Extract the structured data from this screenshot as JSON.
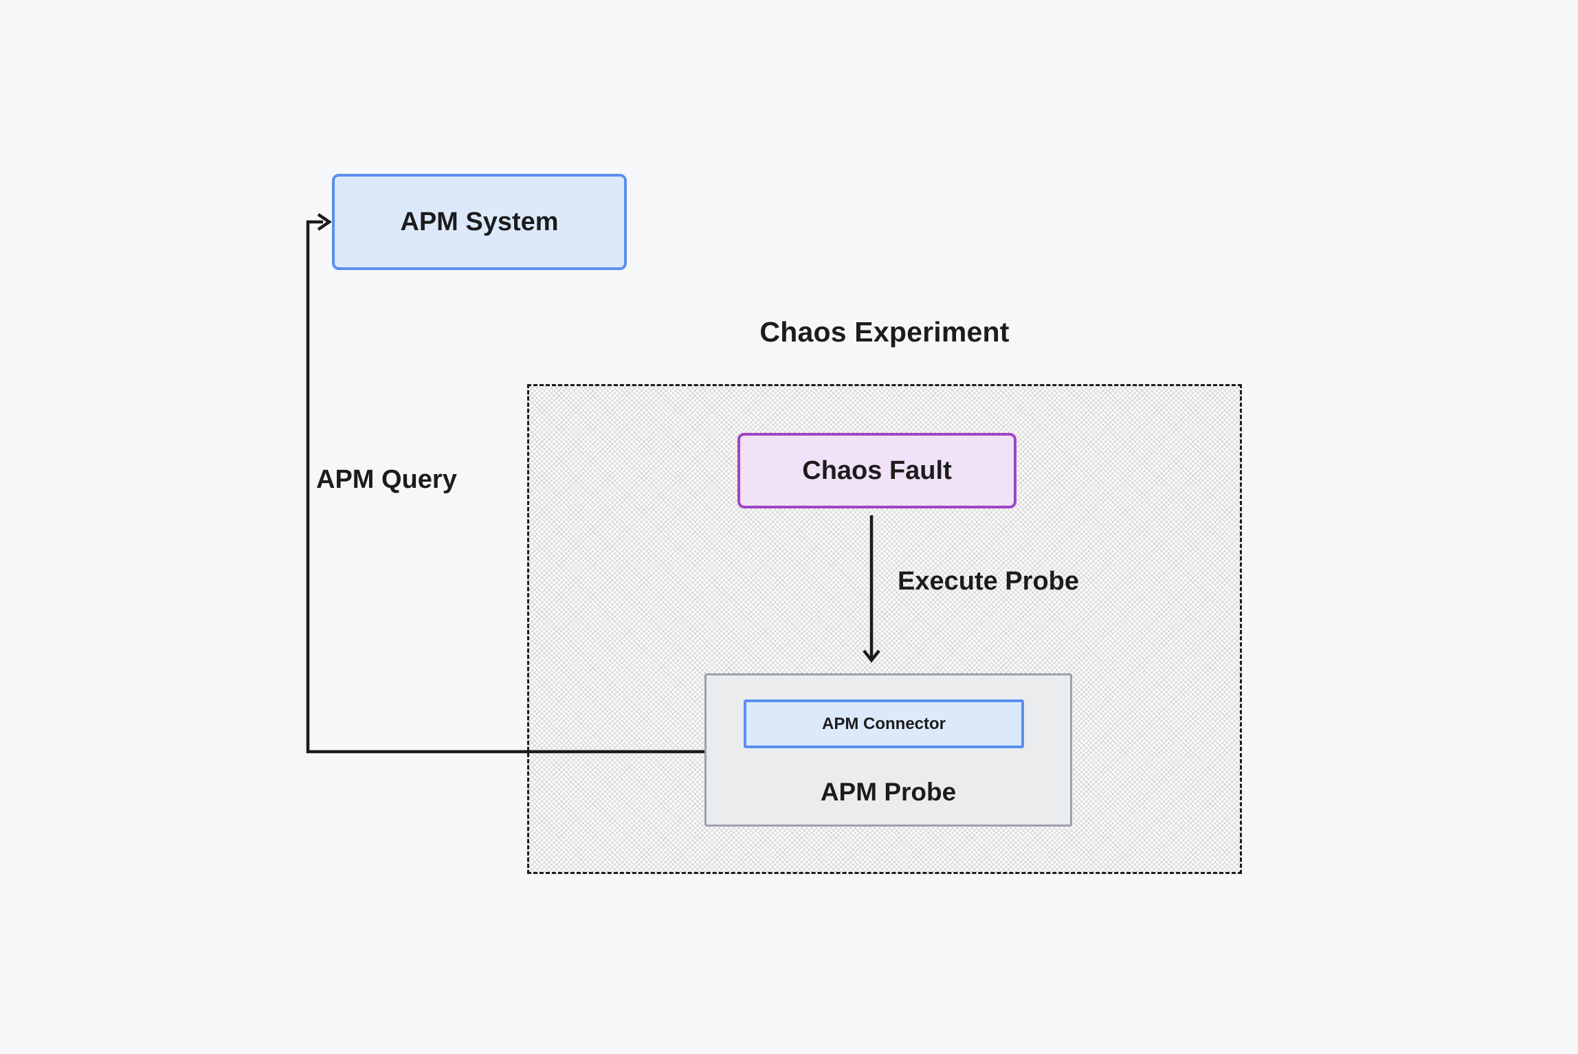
{
  "diagram": {
    "title": "Chaos Experiment",
    "background_color": "#f6f7f9",
    "line_color": "#1b1b1b",
    "nodes": {
      "apm_system": {
        "label": "APM System",
        "fill": "#dce9fb",
        "border": "#5a8ff0"
      },
      "chaos_fault": {
        "label": "Chaos Fault",
        "fill": "#f0e2f7",
        "border": "#a044c4"
      },
      "apm_probe": {
        "label": "APM Probe",
        "fill": "#ebecee",
        "border": "#9ba1ac"
      },
      "apm_connector": {
        "label": "APM Connector",
        "fill": "#dce9fb",
        "border": "#5a8ff0"
      }
    },
    "container": {
      "label": "Chaos Experiment",
      "border_style": "dashed",
      "border_color": "#1b1b1b",
      "pattern": "diagonal-crosshatch"
    },
    "edges": {
      "execute_probe": {
        "label": "Execute Probe",
        "from": "chaos_fault",
        "to": "apm_probe"
      },
      "apm_query": {
        "label": "APM Query",
        "from": "apm_probe",
        "to": "apm_system"
      }
    }
  }
}
